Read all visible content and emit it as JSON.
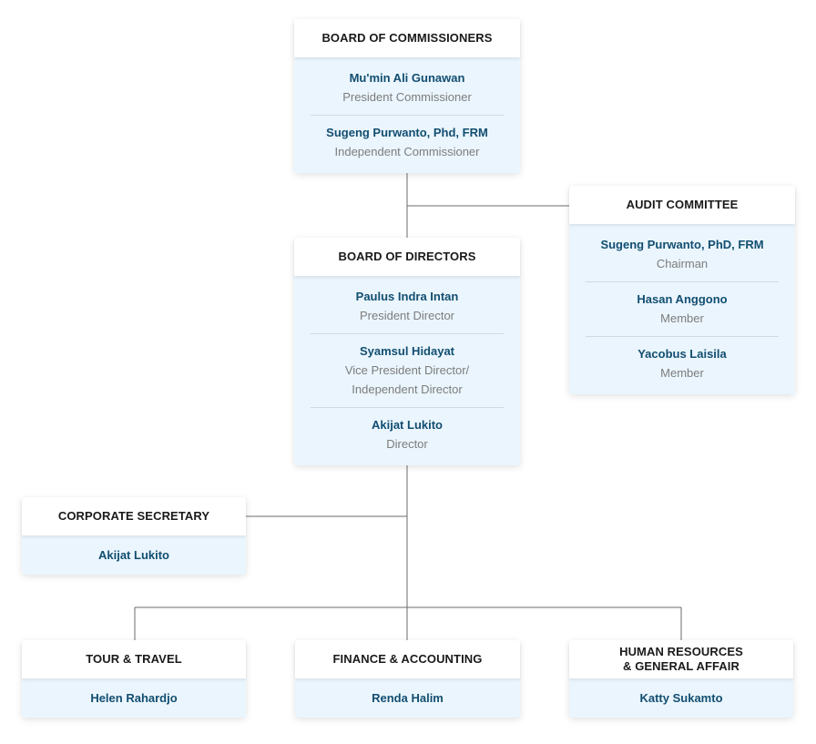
{
  "board_of_commissioners": {
    "title": "BOARD OF COMMISSIONERS",
    "members": [
      {
        "name": "Mu'min Ali Gunawan",
        "role": "President Commissioner"
      },
      {
        "name": "Sugeng Purwanto, Phd, FRM",
        "role": "Independent Commissioner"
      }
    ]
  },
  "audit_committee": {
    "title": "AUDIT COMMITTEE",
    "members": [
      {
        "name": "Sugeng Purwanto, PhD, FRM",
        "role": "Chairman"
      },
      {
        "name": "Hasan Anggono",
        "role": "Member"
      },
      {
        "name": "Yacobus Laisila",
        "role": "Member"
      }
    ]
  },
  "board_of_directors": {
    "title": "BOARD OF DIRECTORS",
    "members": [
      {
        "name": "Paulus Indra Intan",
        "role": "President Director"
      },
      {
        "name": "Syamsul Hidayat",
        "role": "Vice President Director/\nIndependent Director"
      },
      {
        "name": "Akijat Lukito",
        "role": "Director"
      }
    ]
  },
  "corporate_secretary": {
    "title": "CORPORATE SECRETARY",
    "members": [
      {
        "name": "Akijat Lukito"
      }
    ]
  },
  "tour_travel": {
    "title": "TOUR & TRAVEL",
    "members": [
      {
        "name": "Helen Rahardjo"
      }
    ]
  },
  "finance_accounting": {
    "title": "FINANCE & ACCOUNTING",
    "members": [
      {
        "name": "Renda Halim"
      }
    ]
  },
  "hr_general_affair": {
    "title": "HUMAN RESOURCES\n& GENERAL AFFAIR",
    "members": [
      {
        "name": "Katty Sukamto"
      }
    ]
  }
}
